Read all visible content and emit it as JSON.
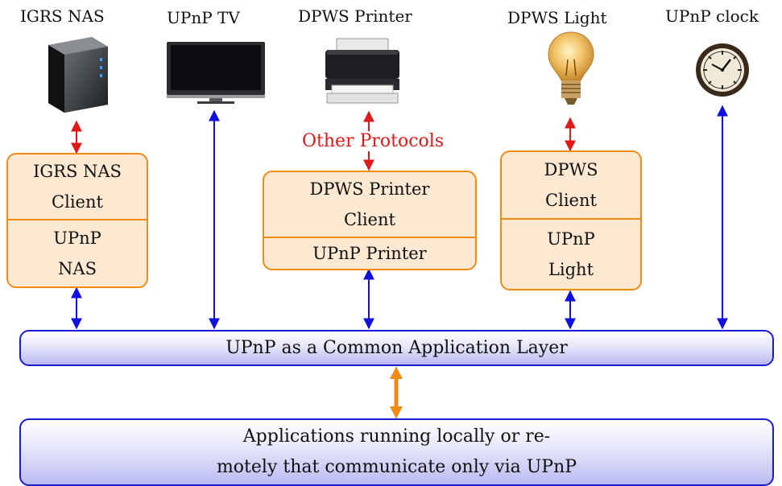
{
  "devices": [
    {
      "label": "IGRS NAS",
      "icon": "nas-icon"
    },
    {
      "label": "UPnP TV",
      "icon": "tv-icon"
    },
    {
      "label": "DPWS Printer",
      "icon": "printer-icon"
    },
    {
      "label": "DPWS Light",
      "icon": "light-bulb-icon"
    },
    {
      "label": "UPnP clock",
      "icon": "clock-icon"
    }
  ],
  "boxes": {
    "nas": {
      "top": [
        "IGRS NAS",
        "Client"
      ],
      "bottom": [
        "UPnP",
        "NAS"
      ]
    },
    "printer": {
      "top": [
        "DPWS Printer",
        "Client"
      ],
      "bottom": [
        "UPnP Printer"
      ]
    },
    "light": {
      "top": [
        "DPWS",
        "Client"
      ],
      "bottom": [
        "UPnP",
        "Light"
      ]
    }
  },
  "other_protocols_label": "Other Protocols",
  "common_layer_label": "UPnP as a Common Application Layer",
  "applications_label": [
    "Applications running locally or re-",
    "motely that communicate only via UPnP"
  ],
  "colors": {
    "box_fill": "#fde9d2",
    "box_border": "#f28a14",
    "layer_border": "#1a1ad8",
    "blue_arrow": "#1010e0",
    "red_arrow": "#e01818",
    "orange_arrow": "#f28a14"
  }
}
